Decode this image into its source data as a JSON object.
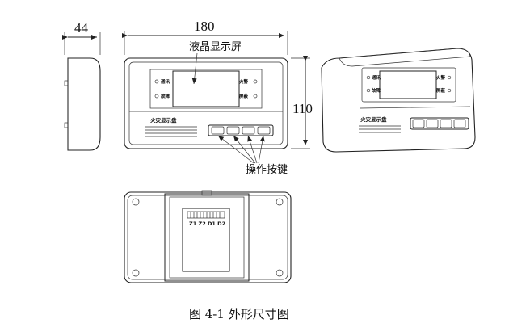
{
  "dimensions": {
    "depth": "44",
    "width": "180",
    "height": "110"
  },
  "callouts": {
    "lcd": "液晶显示屏",
    "keys": "操作按键"
  },
  "panel": {
    "label_top_left": "通讯",
    "label_bottom_left": "故障",
    "label_top_right": "火警",
    "label_bottom_right": "屏蔽",
    "device_name": "火灾显示盘"
  },
  "back": {
    "terminals": "Z1 Z2 D1 D2"
  },
  "caption": "图 4-1  外形尺寸图"
}
